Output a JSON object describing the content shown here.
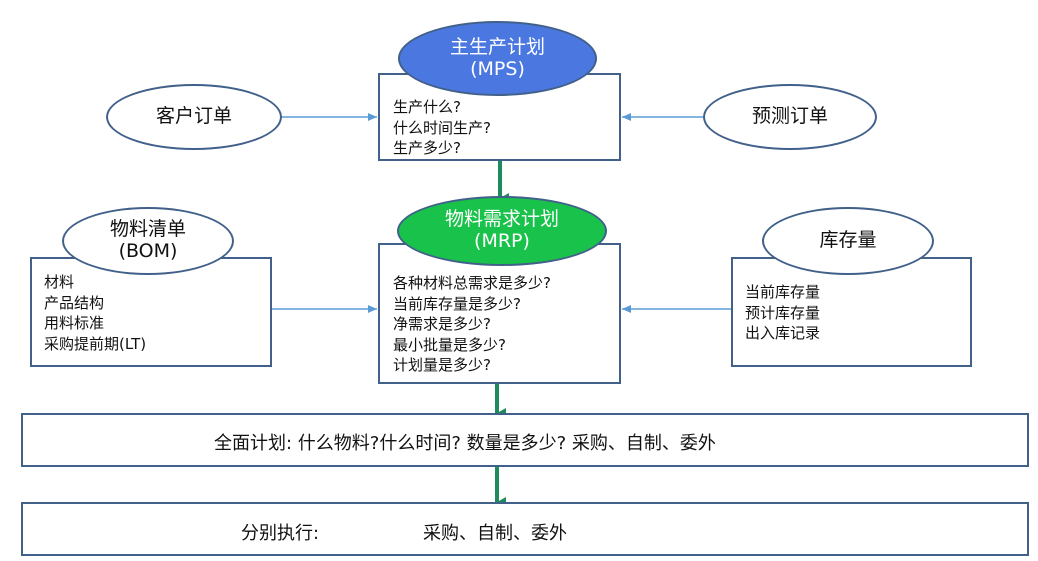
{
  "mps": {
    "title": "主生产计划",
    "subtitle": "(MPS)",
    "questions": [
      "生产什么?",
      "什么时间生产?",
      "生产多少?"
    ]
  },
  "customer_order": {
    "label": "客户订单"
  },
  "forecast_order": {
    "label": "预测订单"
  },
  "mrp": {
    "title": "物料需求计划",
    "subtitle": "(MRP)",
    "questions": [
      "各种材料总需求是多少?",
      "当前库存量是多少?",
      "净需求是多少?",
      "最小批量是多少?",
      "计划量是多少?"
    ]
  },
  "bom": {
    "title": "物料清单",
    "subtitle": "(BOM)",
    "items": [
      "材料",
      "产品结构",
      "用料标准",
      "采购提前期(LT)"
    ]
  },
  "inventory": {
    "title": "库存量",
    "items": [
      "当前库存量",
      "预计库存量",
      "出入库记录"
    ]
  },
  "overall_plan": {
    "text": "全面计划:  什么物料?什么时间?  数量是多少?   采购、自制、委外"
  },
  "execution": {
    "label": "分别执行:",
    "text": "采购、自制、委外"
  },
  "colors": {
    "box_border": "#41608a",
    "blue_oval": "#4b78e0",
    "green_oval": "#19c24a",
    "thin_arrow": "#5b9bd5",
    "thick_arrow": "#1e8c5a"
  }
}
